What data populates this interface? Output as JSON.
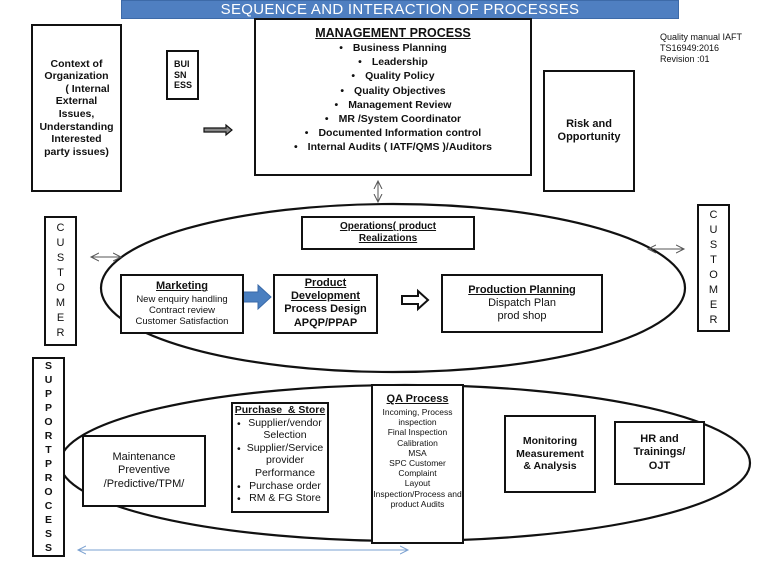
{
  "title": "SEQUENCE AND INTERACTION OF PROCESSES",
  "meta": {
    "lines": [
      "Quality manual IAFT",
      "TS16949:2016",
      "Revision :01"
    ]
  },
  "context_box": {
    "lines": [
      "Context of",
      "Organization",
      "( Internal",
      "External",
      "Issues,",
      "Understanding",
      "Interested",
      "party issues)"
    ]
  },
  "business_box": {
    "lines": [
      "BUI",
      "SN",
      "ESS"
    ]
  },
  "management": {
    "heading": "MANAGEMENT PROCESS",
    "items": [
      "Business Planning",
      "Leadership",
      "Quality Policy",
      "Quality Objectives",
      "Management Review",
      "MR /System Coordinator",
      "Documented Information control",
      "Internal Audits ( IATF/QMS )/Auditors"
    ]
  },
  "risk_box": {
    "lines": [
      "Risk and",
      "Opportunity"
    ]
  },
  "customer_left": {
    "letters": [
      "C",
      "U",
      "S",
      "T",
      "O",
      "M",
      "E",
      "R"
    ]
  },
  "customer_right": {
    "letters": [
      "C",
      "U",
      "S",
      "T",
      "O",
      "M",
      "E",
      "R"
    ]
  },
  "operations": {
    "heading_lines": [
      "Operations( product",
      "Realizations"
    ]
  },
  "marketing": {
    "heading": "Marketing",
    "lines": [
      "New enquiry handling",
      "Contract review",
      "Customer Satisfaction"
    ]
  },
  "product_development": {
    "heading_lines": [
      "Product",
      "Development"
    ],
    "lines": [
      "Process Design",
      "APQP/PPAP"
    ]
  },
  "production_planning": {
    "heading": "Production Planning",
    "lines": [
      "Dispatch Plan",
      "prod shop"
    ]
  },
  "support": {
    "letters": [
      "S",
      "U",
      "P",
      "P",
      "O",
      "R",
      "T",
      "P",
      "R",
      "O",
      "C",
      "E",
      "S",
      "S"
    ]
  },
  "maintenance": {
    "lines": [
      "Maintenance",
      "Preventive",
      "/Predictive/TPM/"
    ]
  },
  "purchase": {
    "heading": "Purchase  & Store",
    "items": [
      [
        "Supplier/vendor",
        "Selection"
      ],
      [
        "Supplier/Service",
        "provider",
        "Performance"
      ],
      [
        "Purchase order"
      ],
      [
        "RM & FG Store"
      ]
    ]
  },
  "qa": {
    "heading": "QA Process",
    "lines": [
      "Incoming, Process",
      "inspection",
      "Final Inspection",
      "Calibration",
      "MSA",
      "SPC Customer",
      "Complaint",
      "Layout",
      "Inspection/Process and",
      "product Audits"
    ]
  },
  "monitoring": {
    "lines": [
      "Monitoring",
      "Measurement",
      "& Analysis"
    ]
  },
  "hr": {
    "lines": [
      "HR and",
      "Trainings/",
      "OJT"
    ]
  },
  "colors": {
    "title_bar": "#4f7fc1",
    "accent_arrow": "#4a7fc0",
    "thin_arrow": "#7aa0d0",
    "outline": "#111111"
  }
}
